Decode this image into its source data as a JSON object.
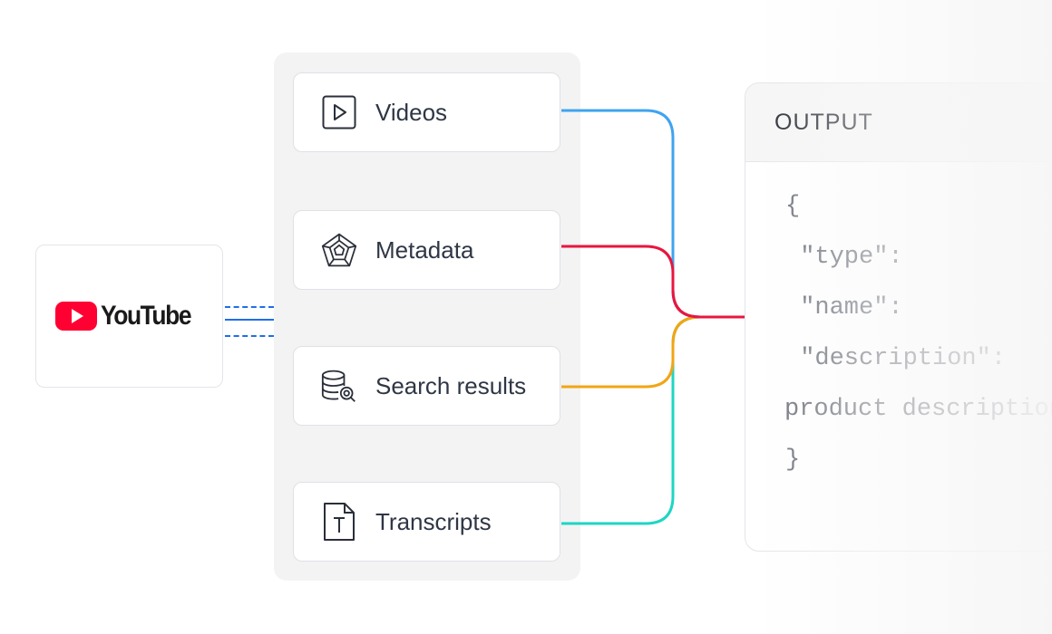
{
  "source": {
    "name": "YouTube"
  },
  "items": [
    {
      "label": "Videos",
      "icon": "play-icon",
      "color": "#3fa3f0"
    },
    {
      "label": "Metadata",
      "icon": "pentagon-icon",
      "color": "#e8163f"
    },
    {
      "label": "Search results",
      "icon": "database-search-icon",
      "color": "#f2a514"
    },
    {
      "label": "Transcripts",
      "icon": "document-text-icon",
      "color": "#1ed6c4"
    }
  ],
  "output": {
    "title": "OUTPUT",
    "code_lines": [
      "{",
      " \"type\":",
      " \"name\":",
      " \"description\":",
      "product description",
      "}"
    ]
  },
  "colors": {
    "youtube_red": "#ff0033",
    "connector_blue": "#1f6ee8"
  }
}
